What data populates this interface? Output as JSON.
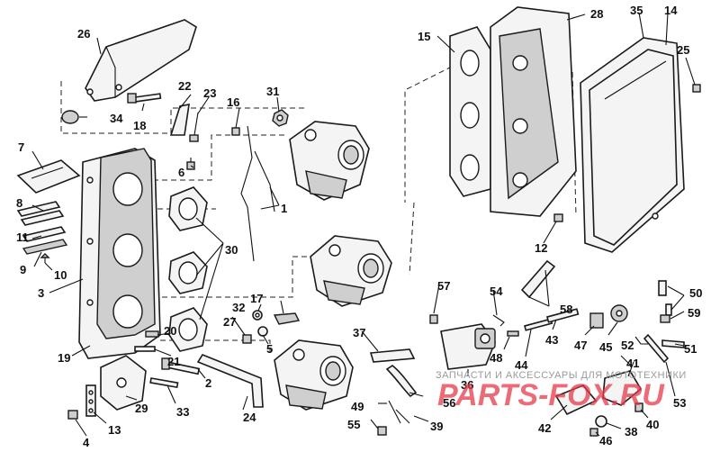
{
  "callouts": [
    "1",
    "2",
    "3",
    "4",
    "5",
    "6",
    "7",
    "8",
    "9",
    "10",
    "11",
    "12",
    "13",
    "14",
    "15",
    "16",
    "17",
    "18",
    "19",
    "20",
    "21",
    "22",
    "23",
    "24",
    "25",
    "26",
    "27",
    "28",
    "29",
    "30",
    "31",
    "32",
    "33",
    "34",
    "35",
    "36",
    "37",
    "38",
    "39",
    "40",
    "41",
    "42",
    "43",
    "44",
    "45",
    "46",
    "47",
    "48",
    "49",
    "50",
    "51",
    "52",
    "53",
    "54",
    "55",
    "56",
    "57",
    "58",
    "59"
  ],
  "watermark": {
    "caption": "ЗАПЧАСТИ И АКСЕССУАРЫ ДЛЯ МОТОТЕХНИКИ",
    "logo": "PARTS-FOX.RU",
    "logo_color": "#e63a4a"
  },
  "colors": {
    "ink": "#1a1a1a",
    "paper": "#ffffff"
  }
}
